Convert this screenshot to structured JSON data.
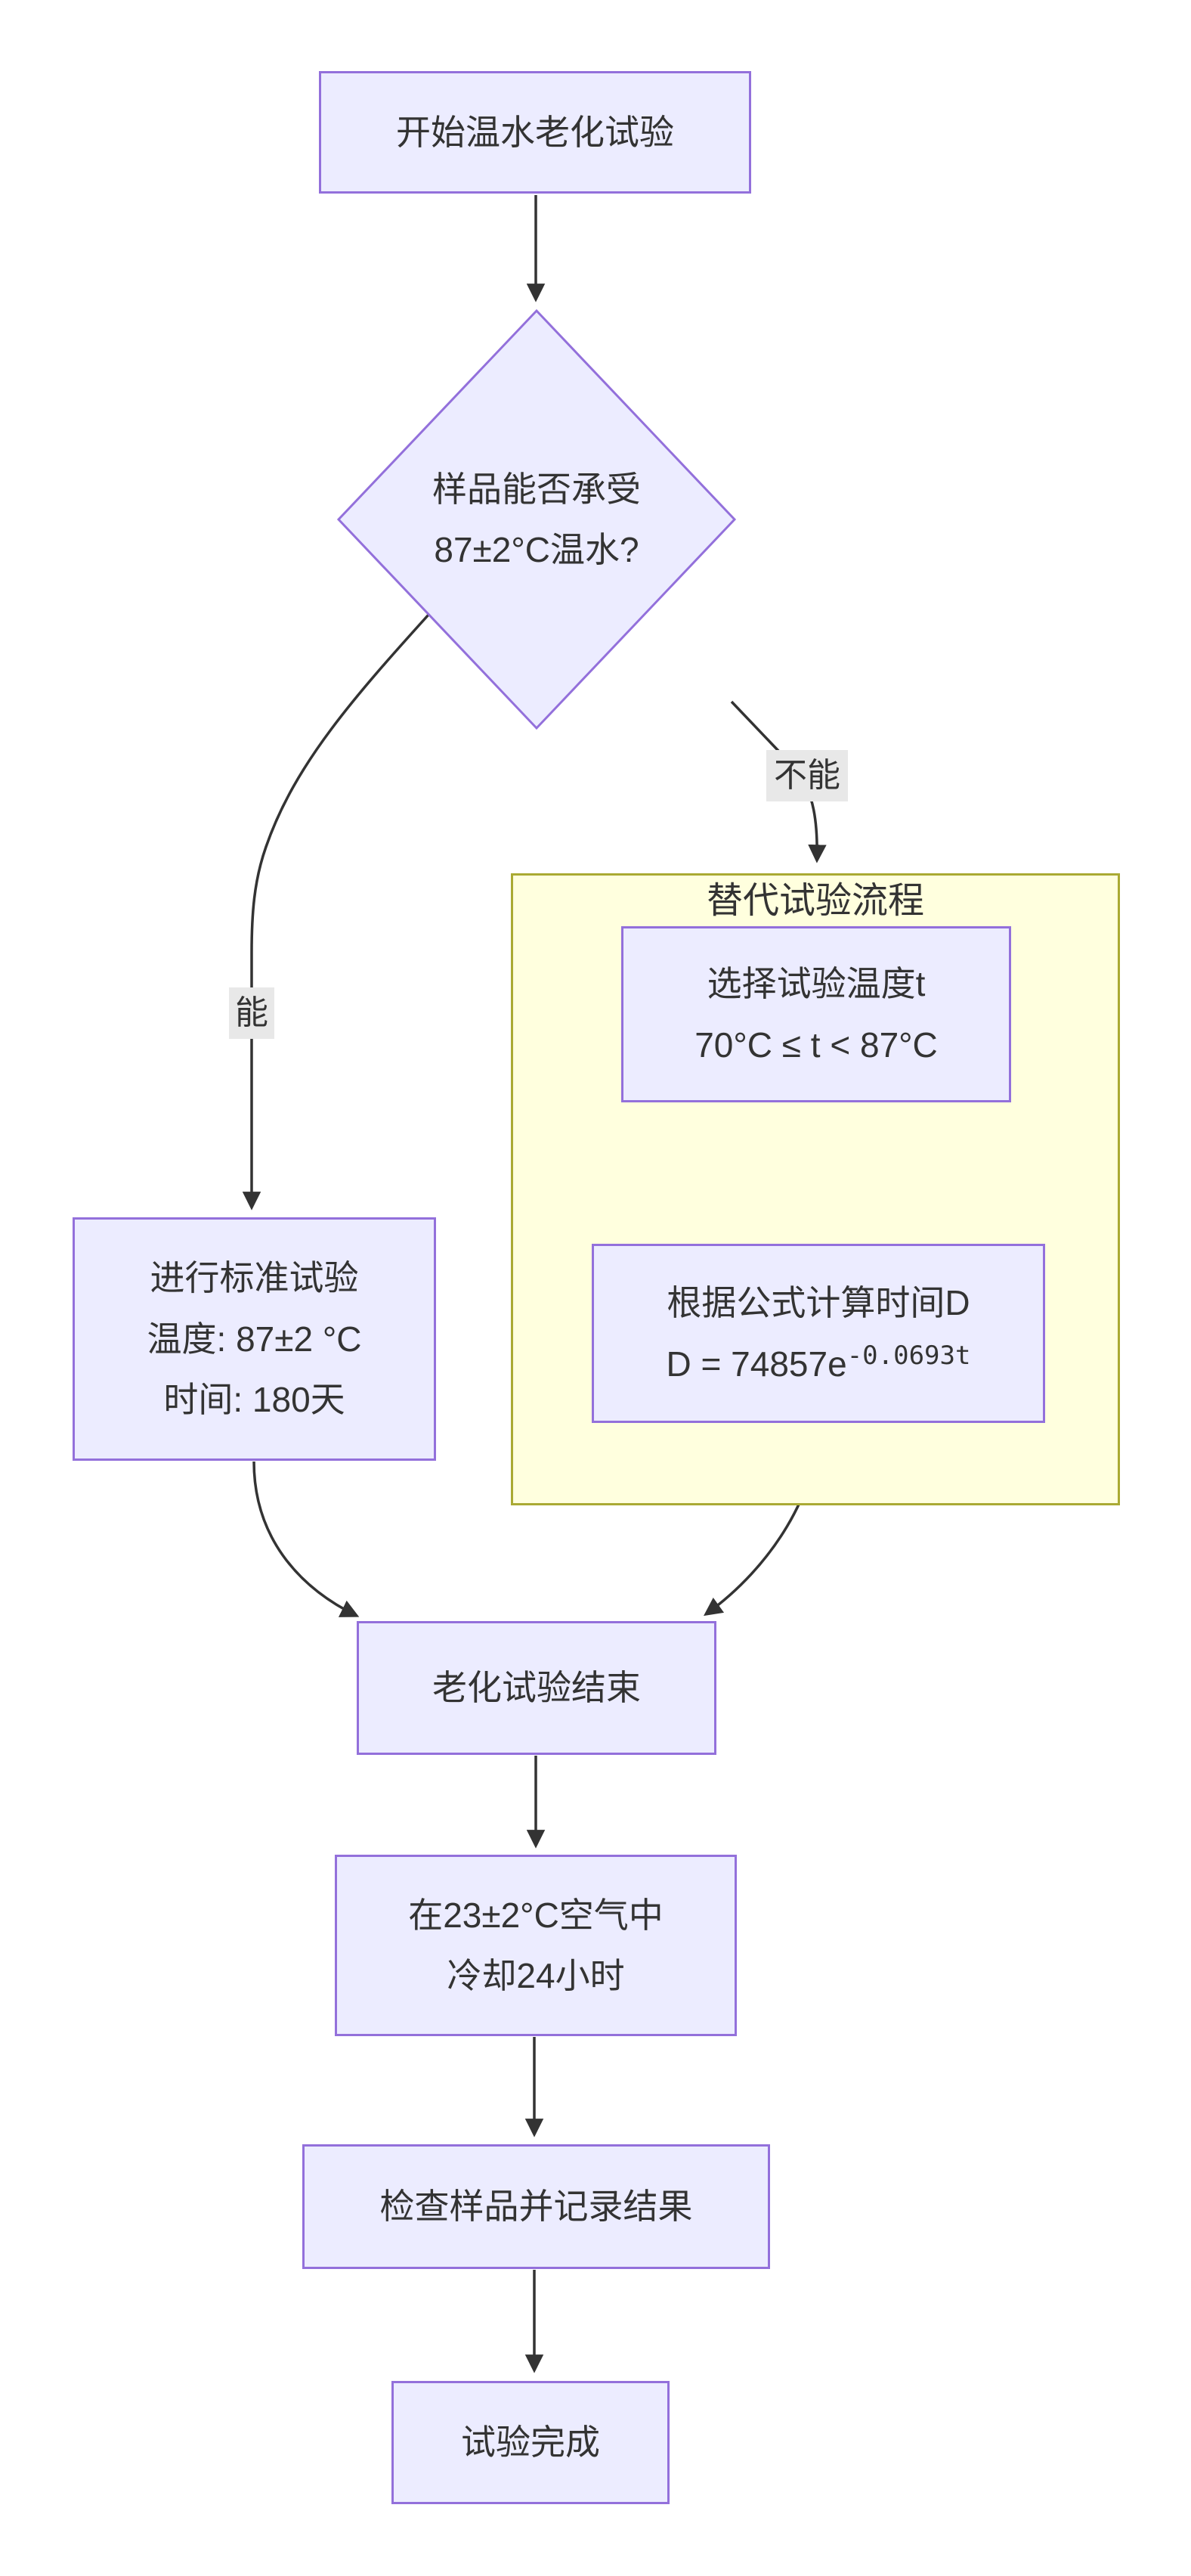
{
  "diagram": {
    "type": "flowchart",
    "direction": "top-down",
    "colors": {
      "background": "#FFFFFF",
      "node_fill": "#ECECFF",
      "node_border": "#9370DB",
      "subgraph_fill": "#FFFFDE",
      "subgraph_border": "#AAAA33",
      "edge_color": "#333333",
      "text_color": "#333333",
      "edge_label_bg": "#E8E8E8"
    },
    "nodes": {
      "start": {
        "lines": [
          "开始温水老化试验"
        ]
      },
      "decision": {
        "lines": [
          "样品能否承受",
          "87±2°C温水?"
        ]
      },
      "standard": {
        "lines": [
          "进行标准试验",
          "温度: 87±2 °C",
          "时间: 180天"
        ]
      },
      "select_temp": {
        "lines": [
          "选择试验温度t",
          "70°C ≤ t < 87°C"
        ]
      },
      "formula": {
        "lines": [
          "根据公式计算时间D"
        ],
        "formula_base": "D = 74857e",
        "formula_exponent": "-0.0693t"
      },
      "aging_end": {
        "lines": [
          "老化试验结束"
        ]
      },
      "cooling": {
        "lines": [
          "在23±2°C空气中",
          "冷却24小时"
        ]
      },
      "inspect": {
        "lines": [
          "检查样品并记录结果"
        ]
      },
      "done": {
        "lines": [
          "试验完成"
        ]
      }
    },
    "subgraph": {
      "title": "替代试验流程"
    },
    "edge_labels": {
      "can": "能",
      "cannot": "不能"
    }
  }
}
